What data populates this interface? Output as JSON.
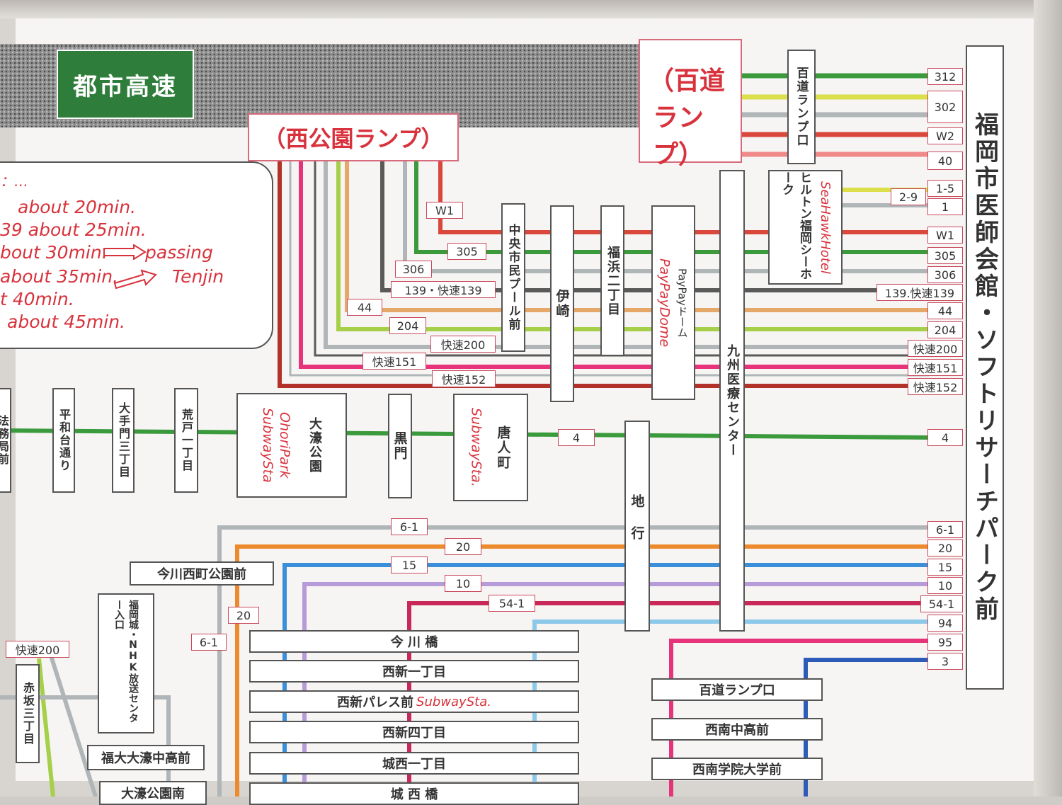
{
  "expressway": {
    "label": "都市高速"
  },
  "ramps": {
    "nishikoen": "（西公園ランプ）",
    "momochi_line1": "（百道",
    "momochi_line2": "ランプ）"
  },
  "time_panel": {
    "lines": [
      "：…",
      "about 20min.",
      "39   about 25min.",
      "bout 30min.",
      "about 35min.",
      "t 40min.",
      "about 45min."
    ],
    "passing": "passing",
    "tenjin": "Tenjin"
  },
  "destination": "福岡市医師会館・ソフトリサーチパーク前",
  "stations": {
    "momochi_ramp_top": "百道ランプ口",
    "hilton": "ヒルトン福岡シーホーク",
    "hilton_en": "SeaHawkHotel",
    "kyushu_iryo": "九州医療センター",
    "chuo_pool": "中央市民プール前",
    "izaki": "伊崎",
    "fukuhama": "福浜二丁目",
    "paypay": "PayPayドーム",
    "paypay_en": "PayPayDome",
    "houmukyoku": "法務局前",
    "heiwadai": "平和台通り",
    "otemon": "大手門三丁目",
    "arato": "荒戸一丁目",
    "ohori": "大濠公園",
    "ohori_en1": "OhoriPark",
    "ohori_en2": "SubwaySta",
    "kuromon": "黒門",
    "tojinmachi": "唐人町",
    "tojin_en": "SubwaySta.",
    "jigyo": "地行",
    "imagawa_nishi": "今川西町公園前",
    "fukuoka_castle": "福岡城・NHK放送センター入口",
    "akasaka": "赤坂三丁目",
    "fukudai": "福大大濠中高前",
    "ohori_minami": "大濠公園南",
    "imagawabashi": "今 川 橋",
    "nishijin1": "西新一丁目",
    "nishijin_palace": "西新パレス前",
    "nishijin_palace_en": "SubwaySta.",
    "nishijin4": "西新四丁目",
    "jonishi1": "城西一丁目",
    "jonishibashi": "城 西 橋",
    "momochi_ramp_bottom": "百道ランプ口",
    "seinan_chuko": "西南中高前",
    "seinan_daigaku": "西南学院大学前"
  },
  "left_tags": {
    "w1": "W1",
    "r305": "305",
    "r306": "306",
    "r139": "139・快速139",
    "r44": "44",
    "r204": "204",
    "k200": "快速200",
    "k151": "快速151",
    "k152": "快速152",
    "r4": "4",
    "r6_1": "6-1",
    "r20": "20",
    "r15": "15",
    "r10": "10",
    "r54_1": "54-1",
    "r20_left": "20",
    "r6_1_left": "6-1",
    "k200_left": "快速200"
  },
  "right_tags": {
    "r312": "312",
    "r302": "302",
    "w2": "W2",
    "r40": "40",
    "r2_9": "2-9",
    "r1_5": "1-5",
    "r1": "1",
    "w1": "W1",
    "r305": "305",
    "r306": "306",
    "r139": "139.快速139",
    "r44": "44",
    "r204": "204",
    "k200": "快速200",
    "k151": "快速151",
    "k152": "快速152",
    "r4": "4",
    "r6_1": "6-1",
    "r20": "20",
    "r15": "15",
    "r10": "10",
    "r54_1": "54-1",
    "r94": "94",
    "r95": "95",
    "r3": "3"
  },
  "route_colors": {
    "red": "#d9483b",
    "green": "#3a9a3c",
    "lightgreen": "#a6cf4a",
    "gray": "#b0b5b8",
    "darkgray": "#5a5a5a",
    "tan": "#e6a868",
    "pink": "#e6337a",
    "darkred": "#b2322a",
    "yellow": "#dbe04a",
    "salmon": "#f08a8a",
    "orange": "#ee8a2e",
    "blue": "#3a8fd8",
    "purple": "#b79ad8",
    "crimson": "#c8285a",
    "lightblue": "#8cc8e8",
    "navy": "#2c5cb8",
    "route4": "#3a9a3c"
  }
}
